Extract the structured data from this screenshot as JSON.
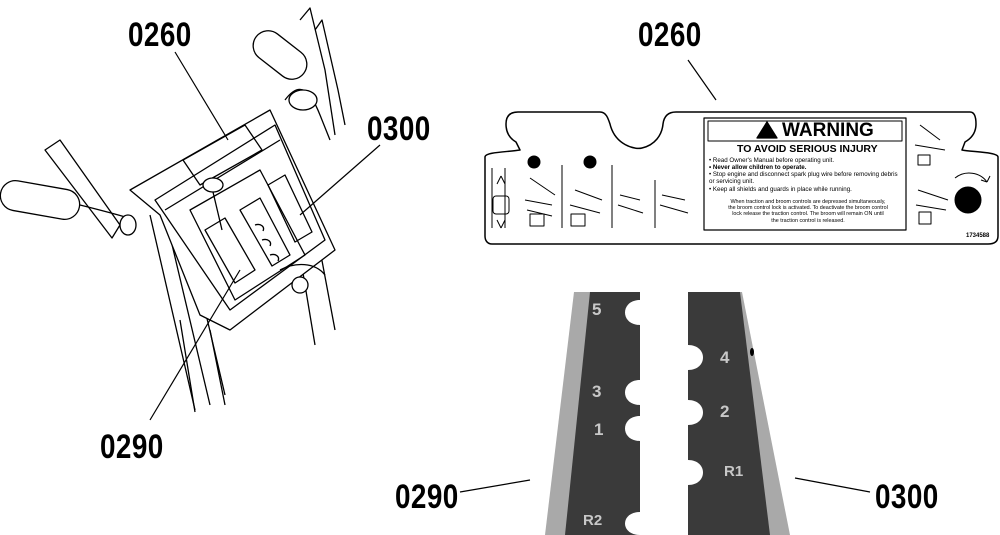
{
  "callouts": {
    "top_left": "0260",
    "top_right": "0260",
    "mid_right": "0300",
    "bottom_left": "0290",
    "strip_left": "0290",
    "strip_right": "0300"
  },
  "decal": {
    "warning_title": "WARNING",
    "subtitle": "TO AVOID SERIOUS INJURY",
    "lines": [
      "• Read Owner's Manual before operating unit.",
      "• Never allow children to operate.",
      "• Stop engine and disconnect spark plug wire before removing debris",
      "  or servicing unit.",
      "• Keep all shields and guards in place while running."
    ],
    "note_lines": [
      "When traction and broom controls are depressed simultaneously,",
      "the broom control lock is activated.  To deactivate the broom control",
      "lock release the traction control.  The broom will remain ON until",
      "the traction control is released."
    ],
    "part_number": "1734588"
  },
  "left_gate": {
    "labels": [
      "5",
      "3",
      "1",
      "R2"
    ]
  },
  "right_gate": {
    "labels": [
      "4",
      "2",
      "R1"
    ]
  },
  "colors": {
    "ink": "#000000",
    "gate_dark": "#3a3a3a",
    "gate_light": "#a9a9a9",
    "gate_text": "#c8c8c8"
  }
}
